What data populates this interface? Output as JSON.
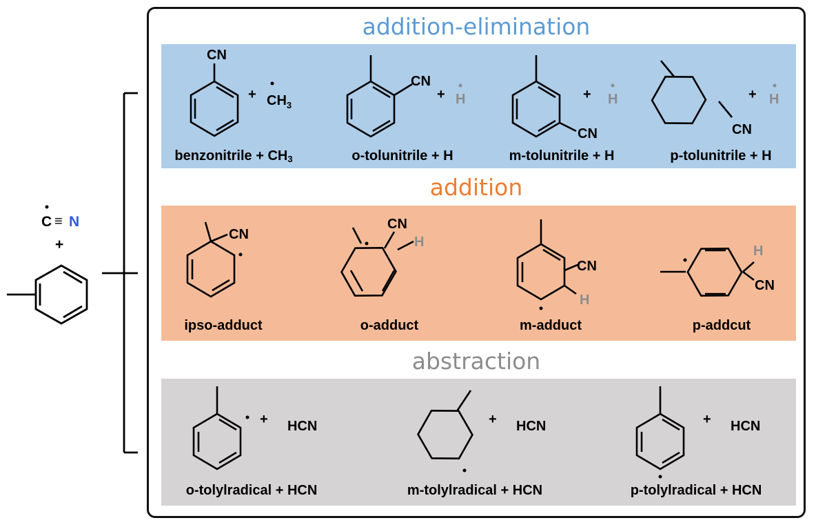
{
  "colors": {
    "addition_elimination_band": "#aecde9",
    "addition_band": "#f5bb98",
    "abstraction_band": "#d5d3d4",
    "addition_elimination_title": "#5b9bd5",
    "addition_title": "#ed7d31",
    "abstraction_title": "#8c8c8c",
    "nitrogen": "#2e5bd9",
    "hydrogen_grey": "#8c8c8c"
  },
  "reactants": {
    "carbon": "C",
    "triple_bond": "≡",
    "nitrogen": "N",
    "plus": "+"
  },
  "sections": {
    "addition_elimination": {
      "title": "addition-elimination",
      "products": [
        {
          "label": "benzonitrile + CH",
          "subscript": "3",
          "partner": "CH",
          "partner_sub": "3"
        },
        {
          "label": "o-tolunitrile + H",
          "partner": "H"
        },
        {
          "label": "m-tolunitrile + H",
          "partner": "H"
        },
        {
          "label": "p-tolunitrile + H",
          "partner": "H"
        }
      ]
    },
    "addition": {
      "title": "addition",
      "products": [
        {
          "label": "ipso-adduct"
        },
        {
          "label": "o-adduct"
        },
        {
          "label": "m-adduct"
        },
        {
          "label": "p-addcut"
        }
      ]
    },
    "abstraction": {
      "title": "abstraction",
      "products": [
        {
          "label": "o-tolylradical + HCN",
          "partner": "HCN"
        },
        {
          "label": "m-tolylradical + HCN",
          "partner": "HCN"
        },
        {
          "label": "p-tolylradical + HCN",
          "partner": "HCN"
        }
      ]
    }
  },
  "atoms": {
    "cn": "CN",
    "h": "H",
    "plus": "+"
  }
}
